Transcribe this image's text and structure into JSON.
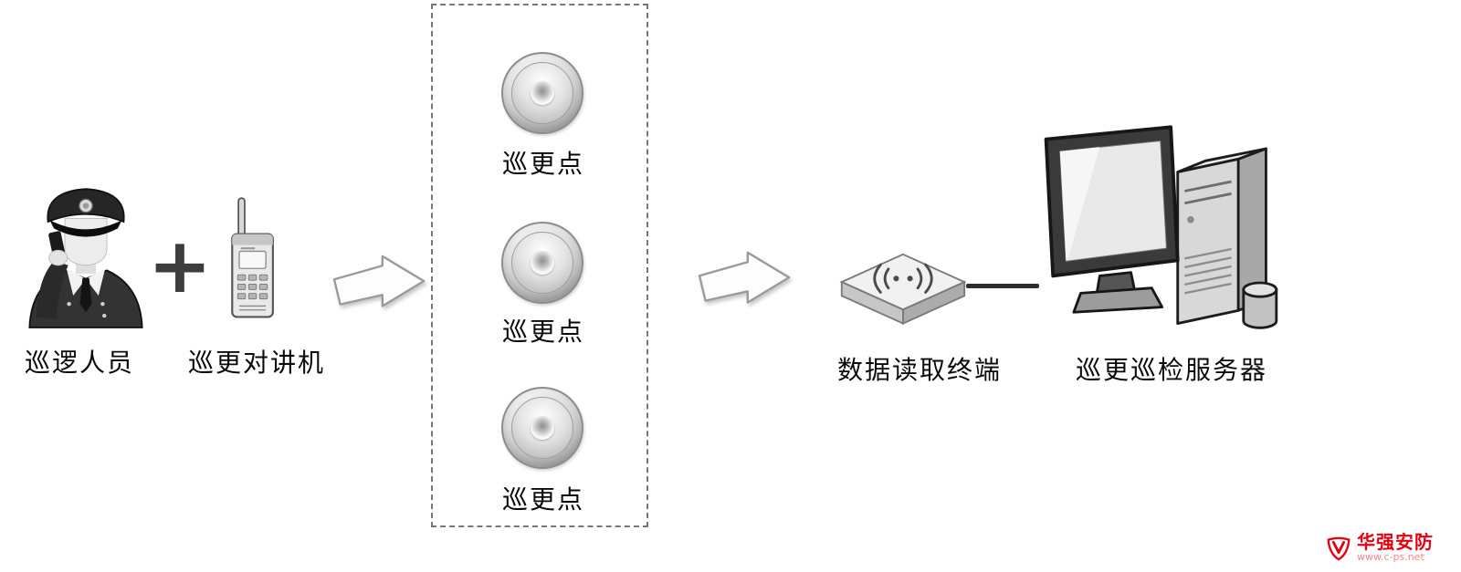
{
  "colors": {
    "outline": "#333333",
    "watermark_red": "#e60012"
  },
  "nodes": {
    "patrol_person": {
      "label": "巡逻人员"
    },
    "plus": {
      "symbol": "+"
    },
    "walkie_talkie": {
      "label": "巡更对讲机"
    },
    "checkpoints": {
      "items": [
        {
          "label": "巡更点"
        },
        {
          "label": "巡更点"
        },
        {
          "label": "巡更点"
        }
      ]
    },
    "reader": {
      "label": "数据读取终端"
    },
    "server": {
      "label": "巡更巡检服务器"
    }
  },
  "watermark": {
    "brand": "华强安防",
    "url": "www.c-ps.net"
  }
}
